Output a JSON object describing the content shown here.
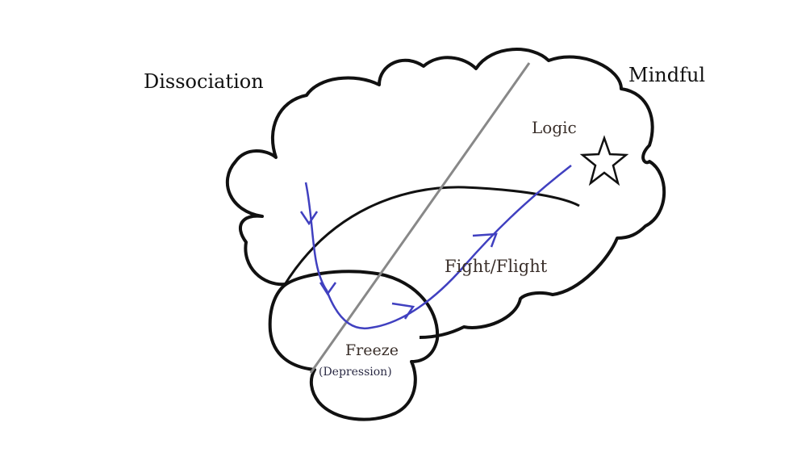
{
  "labels": {
    "dissociation": "Dissociation",
    "mindful": "Mindful",
    "logic": "Logic",
    "fight_flight": "Fight/Flight",
    "freeze": "Freeze",
    "depression": "(Depression)"
  },
  "colors": {
    "outline": "#111111",
    "divider": "#888888",
    "path": "#4040c0",
    "text": "#3a2f2a"
  },
  "icons": {
    "goal": "star-icon"
  }
}
